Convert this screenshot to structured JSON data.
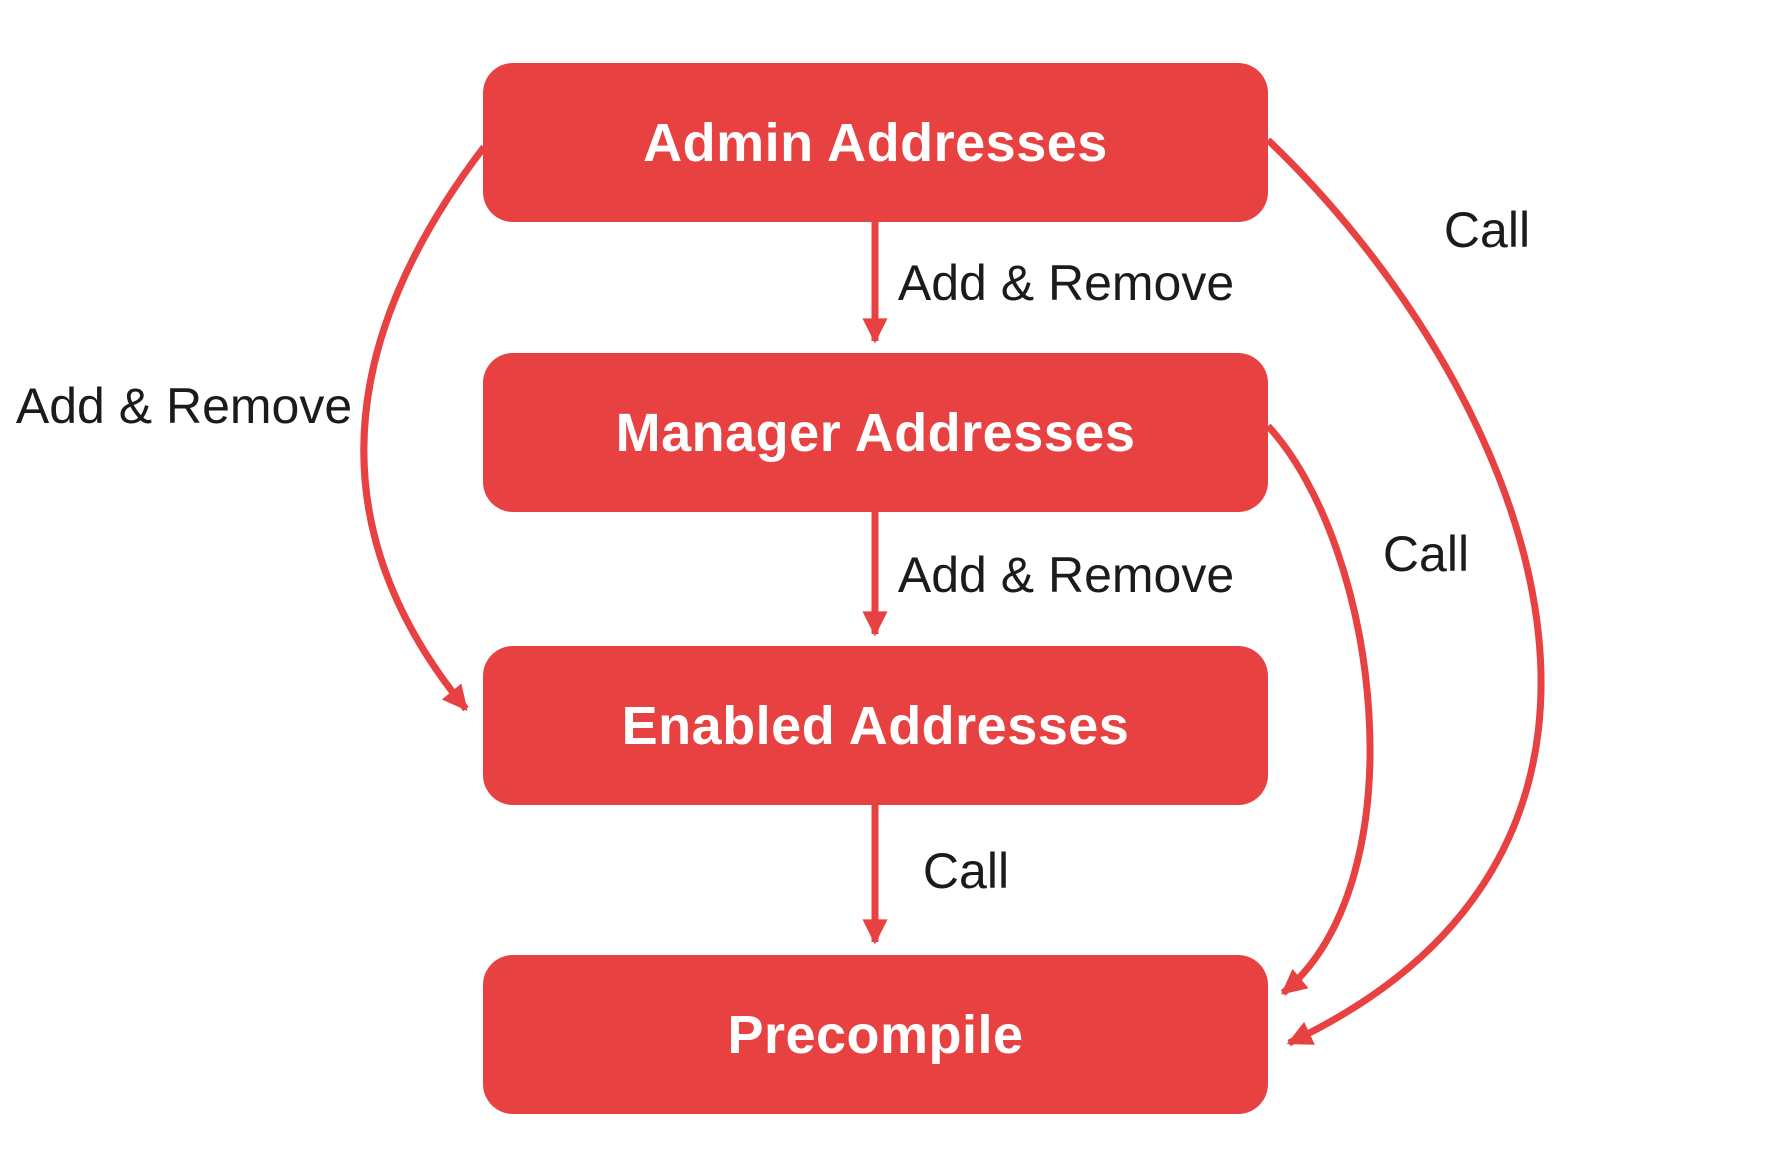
{
  "diagram": {
    "colors": {
      "accent": "#e84142",
      "node_text": "#ffffff",
      "label_text": "#1b1b1b",
      "background": "#ffffff"
    },
    "nodes": [
      {
        "id": "admin",
        "label": "Admin Addresses"
      },
      {
        "id": "manager",
        "label": "Manager Addresses"
      },
      {
        "id": "enabled",
        "label": "Enabled Addresses"
      },
      {
        "id": "precompile",
        "label": "Precompile"
      }
    ],
    "edges": [
      {
        "from": "admin",
        "to": "manager",
        "label": "Add & Remove"
      },
      {
        "from": "manager",
        "to": "enabled",
        "label": "Add & Remove"
      },
      {
        "from": "admin",
        "to": "enabled",
        "label": "Add & Remove"
      },
      {
        "from": "enabled",
        "to": "precompile",
        "label": "Call"
      },
      {
        "from": "manager",
        "to": "precompile",
        "label": "Call"
      },
      {
        "from": "admin",
        "to": "precompile",
        "label": "Call"
      }
    ]
  }
}
